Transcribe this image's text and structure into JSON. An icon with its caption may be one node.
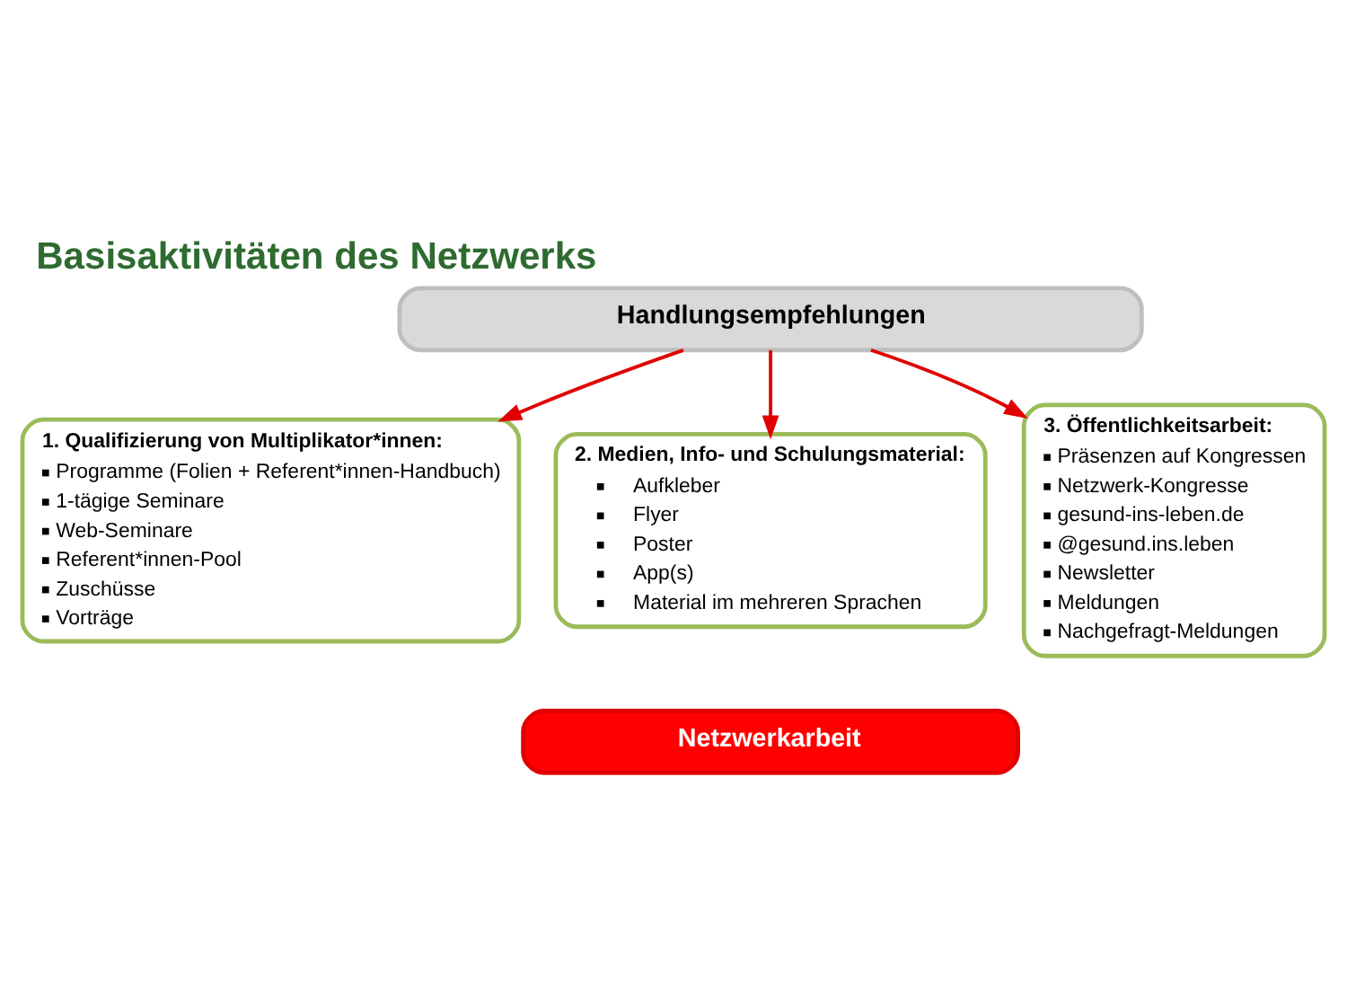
{
  "diagram": {
    "title": "Basisaktivitäten des Netzwerks",
    "nodes": [
      {
        "text": [
          "Handlungsempfehlungen"
        ]
      },
      {
        "text": [
          "1. Qualifizierung von Multiplikator*innen:",
          "Programme (Folien + Referent*innen-Handbuch)",
          "1-tägige Seminare",
          "Web-Seminare",
          "Referent*innen-Pool",
          "Zuschüsse",
          "Vorträge"
        ]
      },
      {
        "text": [
          "2. Medien, Info- und Schulungsmaterial:",
          "Aufkleber",
          "Flyer",
          "Poster",
          "App(s)",
          "Material im mehreren Sprachen"
        ]
      },
      {
        "text": [
          "3. Öffentlichkeitsarbeit:",
          "Präsenzen auf Kongressen",
          "Netzwerk-Kongresse",
          "gesund-ins-leben.de",
          "@gesund.ins.leben",
          "Newsletter",
          "Meldungen",
          "Nachgefragt-Meldungen"
        ]
      },
      {
        "text": [
          "Netzwerkarbeit"
        ]
      }
    ],
    "edges": [
      {
        "from": 0,
        "to": 1,
        "arrow": "to"
      },
      {
        "from": 0,
        "to": 2,
        "arrow": "to"
      },
      {
        "from": 0,
        "to": 3,
        "arrow": "to"
      }
    ]
  }
}
